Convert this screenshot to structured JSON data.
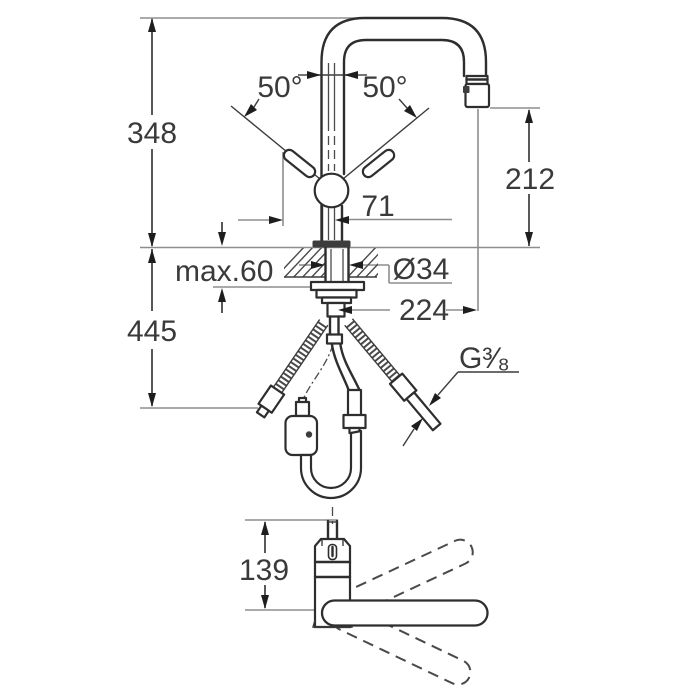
{
  "drawing": {
    "kind": "faucet-installation-technical-drawing",
    "subject": "single-lever kitchen mixer with U-spout and pull-out spray",
    "colors": {
      "outline": "#2e2e2e",
      "dimension_line": "#8d8d8d",
      "arrow": "#1e1e1e",
      "text": "#3a3a3a",
      "background": "#ffffff"
    },
    "dimensions": {
      "total_height": "348",
      "outlet_height": "212",
      "handle_clearance": "71",
      "max_counter_thickness": "max.60",
      "hole_diameter": "Ø34",
      "spout_reach": "224",
      "below_deck_depth": "445",
      "supply_thread": "G³⁄₈",
      "spout_axis_offset": "139",
      "lever_angle_left": "50°",
      "lever_angle_right": "50°"
    }
  }
}
